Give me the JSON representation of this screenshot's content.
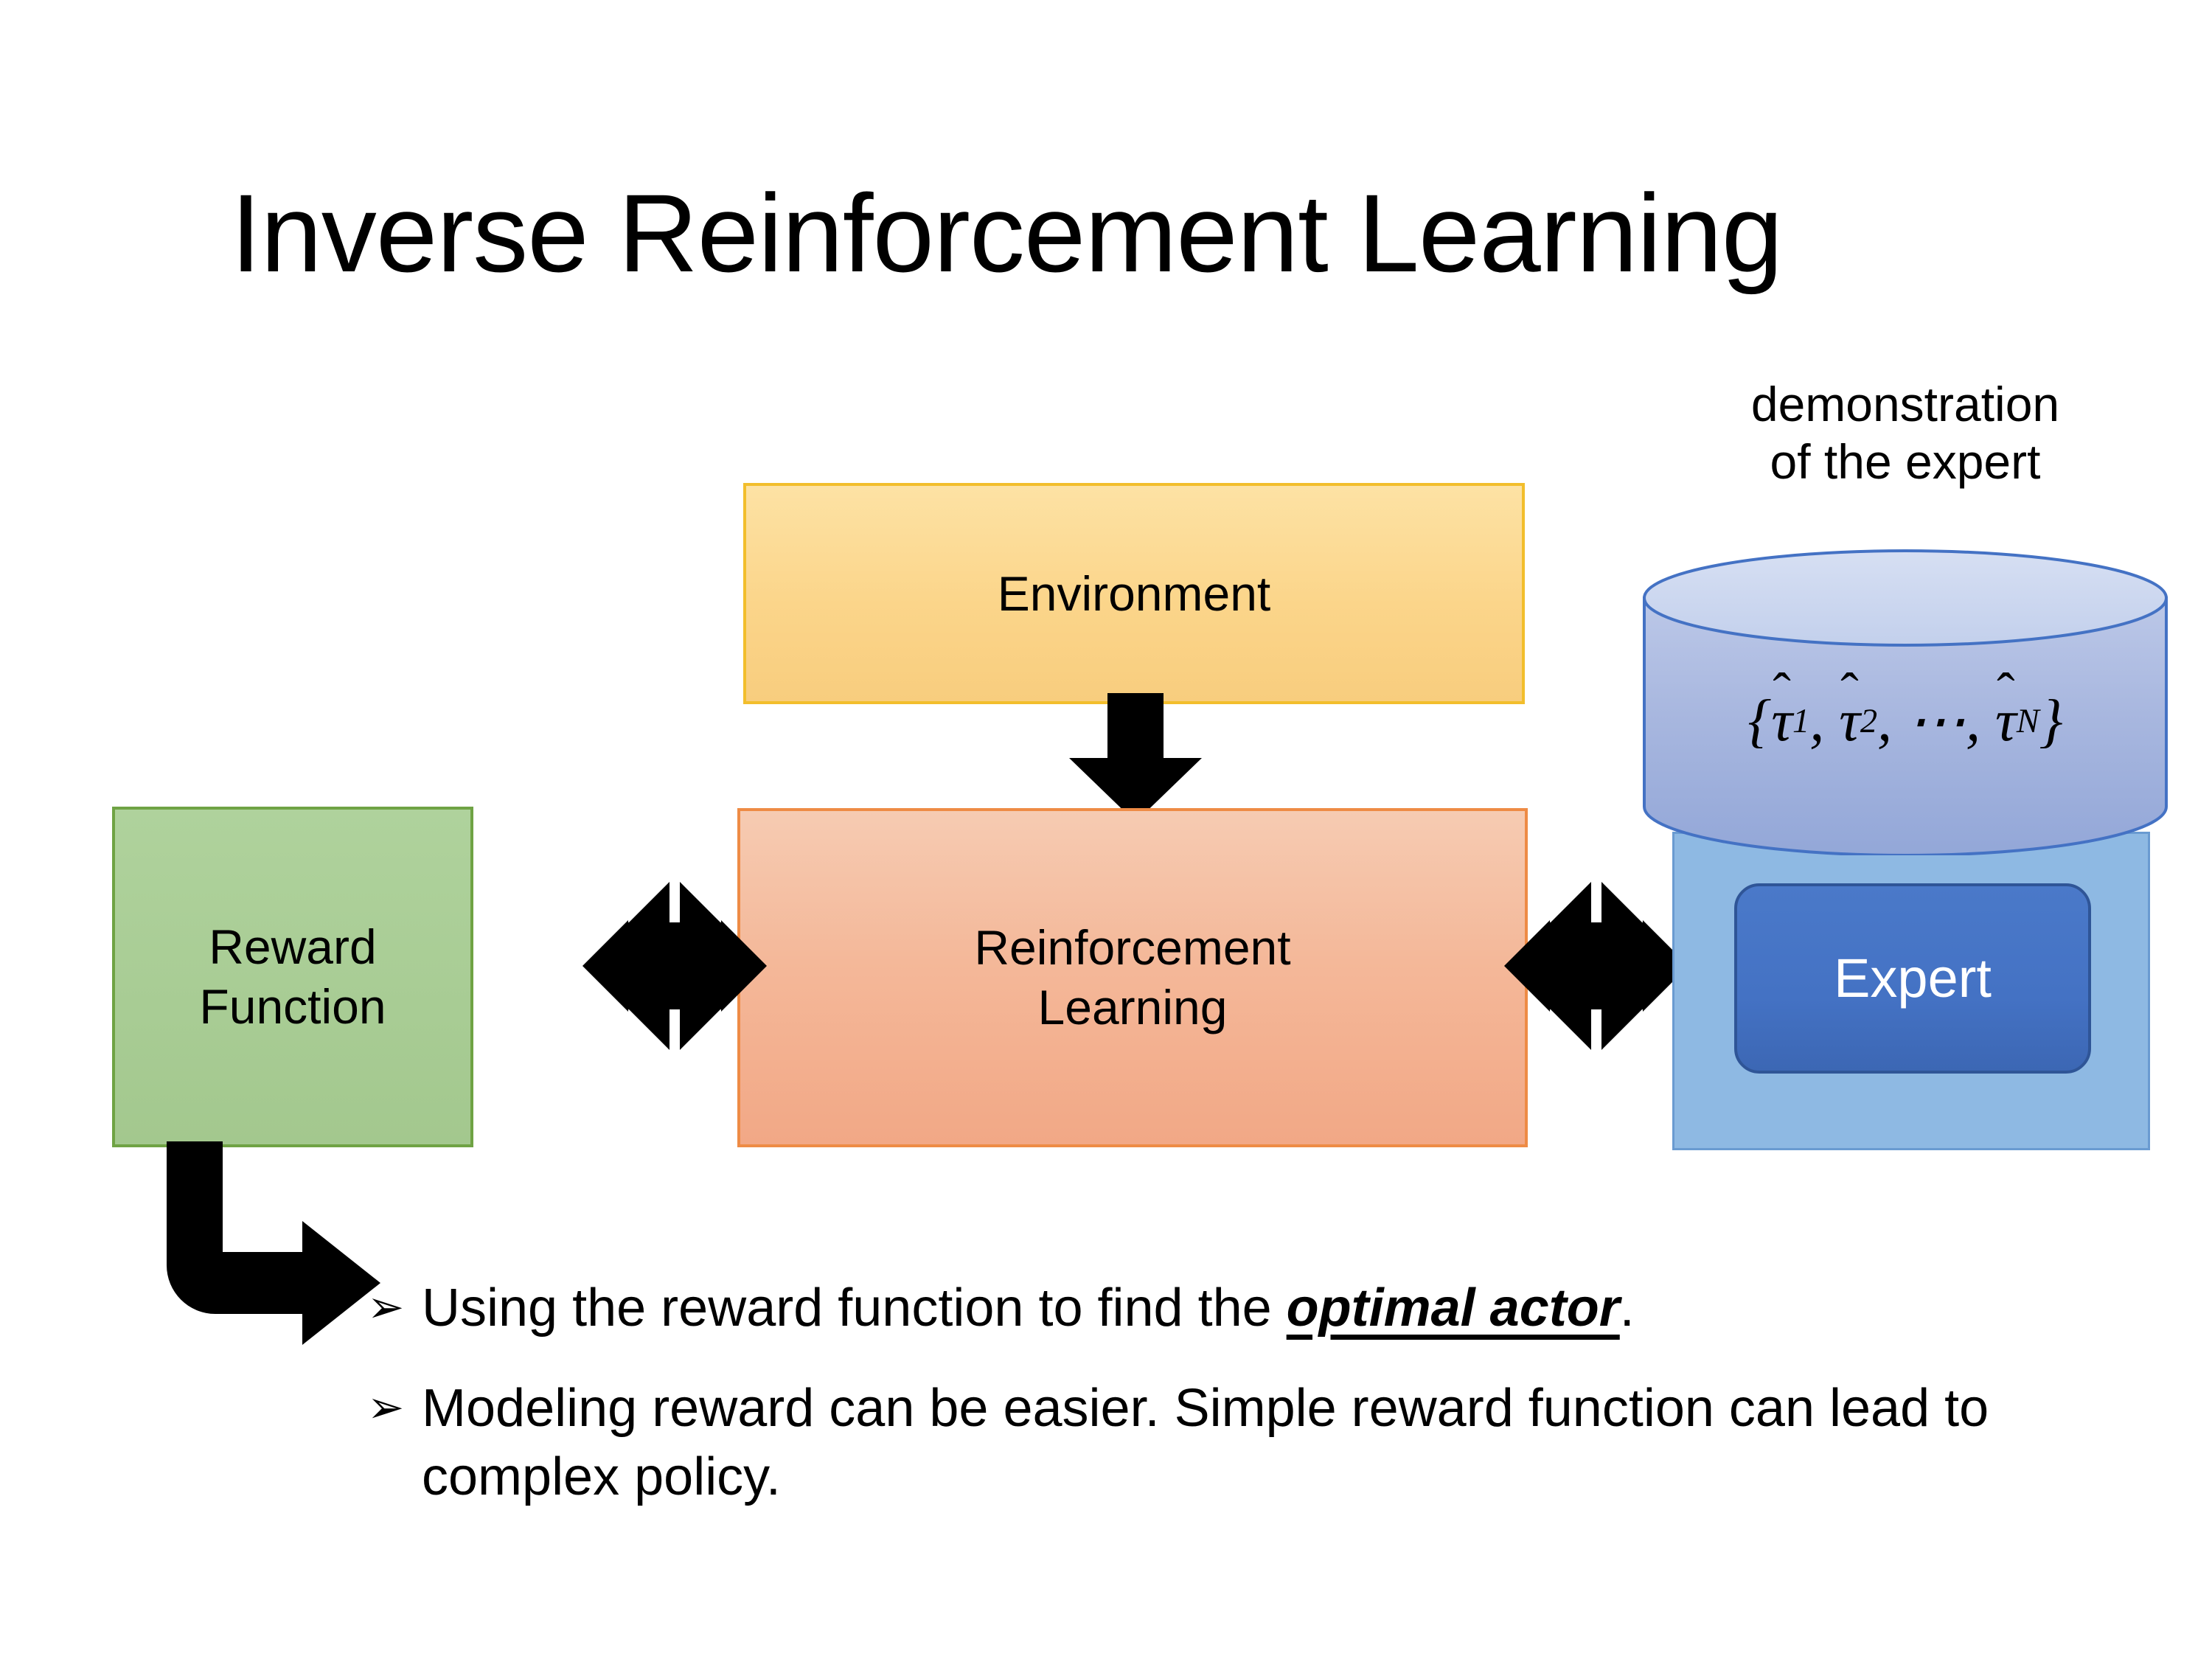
{
  "slide": {
    "title": "Inverse Reinforcement Learning",
    "background_color": "#FFFFFF"
  },
  "diagram": {
    "boxes": [
      {
        "id": "environment",
        "label": "Environment",
        "fill_color": "#FBD58A",
        "border_color": "#F2BE2C",
        "text_color": "#000000"
      },
      {
        "id": "reinforcement-learning",
        "label_line1": "Reinforcement",
        "label_line2": "Learning",
        "fill_color": "#F4B899",
        "border_color": "#EE8B45",
        "text_color": "#000000"
      },
      {
        "id": "reward-function",
        "label_line1": "Reward",
        "label_line2": "Function",
        "fill_color": "#A8CC94",
        "border_color": "#6FA344",
        "text_color": "#000000"
      }
    ],
    "expert_panel": {
      "caption_line1": "demonstration",
      "caption_line2": "of the expert",
      "panel_fill_color": "#8EB9E3",
      "panel_border_color": "#6A9BD1",
      "cylinder_top_color": "#CFD9EF",
      "cylinder_body_color": "#97AADB",
      "cylinder_border_color": "#4472C4",
      "formula": {
        "open_brace": "{",
        "close_brace": "}",
        "terms": [
          {
            "symbol": "τ",
            "hat": "̂",
            "subscript": "1"
          },
          {
            "symbol": "τ",
            "hat": "̂",
            "subscript": "2"
          },
          {
            "symbol": "τ",
            "hat": "̂",
            "subscript": "N"
          }
        ],
        "ellipsis": "⋯",
        "separator": ",",
        "plain_text": "{τ̂1, τ̂2, ⋯, τ̂N}"
      },
      "expert_button": {
        "label": "Expert",
        "fill_color": "#4472C4",
        "border_color": "#2F5597",
        "text_color": "#FFFFFF"
      }
    },
    "connectors": [
      {
        "id": "env-to-rl",
        "type": "arrow-down",
        "color": "#000000"
      },
      {
        "id": "reward-rl-link",
        "type": "quad-double-arrow",
        "color": "#000000"
      },
      {
        "id": "rl-expert-link",
        "type": "quad-double-arrow",
        "color": "#000000"
      },
      {
        "id": "reward-to-bullets",
        "type": "elbow-arrow-down-right",
        "color": "#000000"
      }
    ]
  },
  "bullets": {
    "marker": "➢",
    "items": [
      {
        "prefix": "Using the reward function to find the ",
        "emphasis": "optimal actor",
        "suffix": "."
      },
      {
        "prefix": "Modeling reward can be easier. Simple reward function can lead to complex policy.",
        "emphasis": "",
        "suffix": ""
      }
    ]
  }
}
